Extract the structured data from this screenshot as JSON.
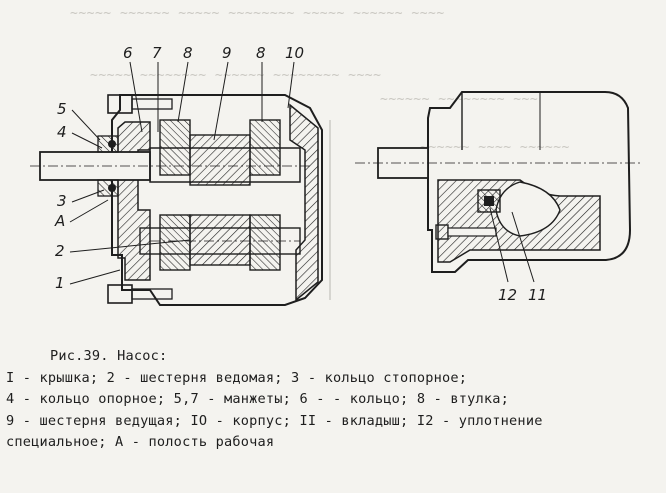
{
  "figure": {
    "callouts_left": [
      "6",
      "7",
      "8",
      "9",
      "8",
      "10",
      "5",
      "4",
      "3",
      "A",
      "2",
      "1"
    ],
    "callouts_right": [
      "12",
      "11"
    ]
  },
  "caption": {
    "title": "Рис.39. Насос:",
    "lines": [
      "I - крышка; 2 - шестерня ведомая; 3 -  кольцо стопорное;",
      "4 - кольцо опорное; 5,7 - манжеты; 6 - - кольцо; 8 - втулка;",
      "9 - шестерня ведущая; IO - корпус; II - вкладыш; I2 - уплотнение",
      "специальное; А - полость рабочая"
    ]
  },
  "colors": {
    "paper": "#f4f3ef",
    "ink": "#1e1e1e",
    "bleed_through": "#c9c7c1"
  }
}
